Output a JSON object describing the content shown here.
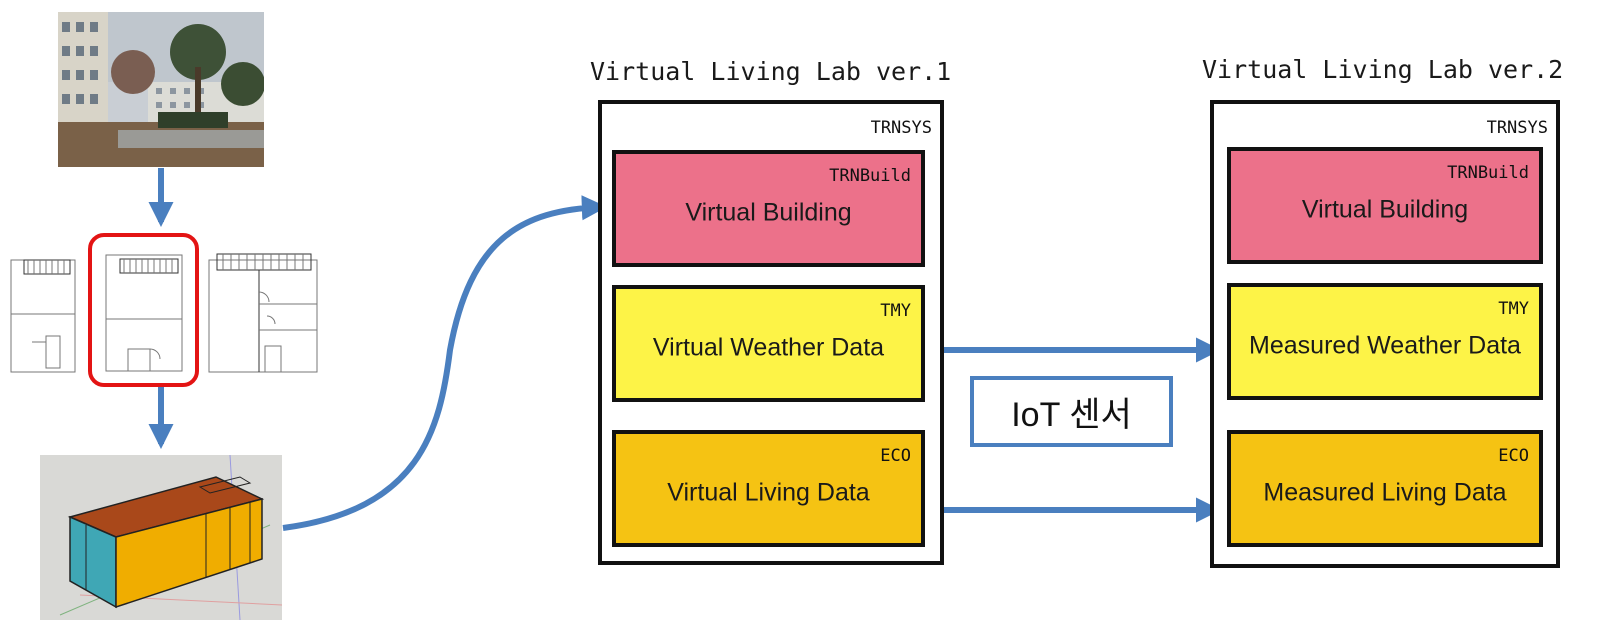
{
  "panels": [
    {
      "title": "Virtual Living Lab ver.1",
      "container_label": "TRNSYS",
      "modules": [
        {
          "tag": "TRNBuild",
          "name": "Virtual Building",
          "color": "#ec718a"
        },
        {
          "tag": "TMY",
          "name": "Virtual Weather Data",
          "color": "#fdf347"
        },
        {
          "tag": "ECO",
          "name": "Virtual Living Data",
          "color": "#f5c313"
        }
      ]
    },
    {
      "title": "Virtual Living Lab ver.2",
      "container_label": "TRNSYS",
      "modules": [
        {
          "tag": "TRNBuild",
          "name": "Virtual Building",
          "color": "#ec718a"
        },
        {
          "tag": "TMY",
          "name": "Measured Weather Data",
          "color": "#fdf347"
        },
        {
          "tag": "ECO",
          "name": "Measured Living Data",
          "color": "#f5c313"
        }
      ]
    }
  ],
  "iot_label": "IoT 센서",
  "colors": {
    "arrow": "#4a7fbf",
    "highlight": "#e31414",
    "roof": "#a9481a",
    "wall": "#f0ad00",
    "glass": "#3fa7b5"
  },
  "images": {
    "photo": "apartment-complex-photo",
    "plans": "floor-plan-drawings",
    "model": "3d-building-model"
  }
}
